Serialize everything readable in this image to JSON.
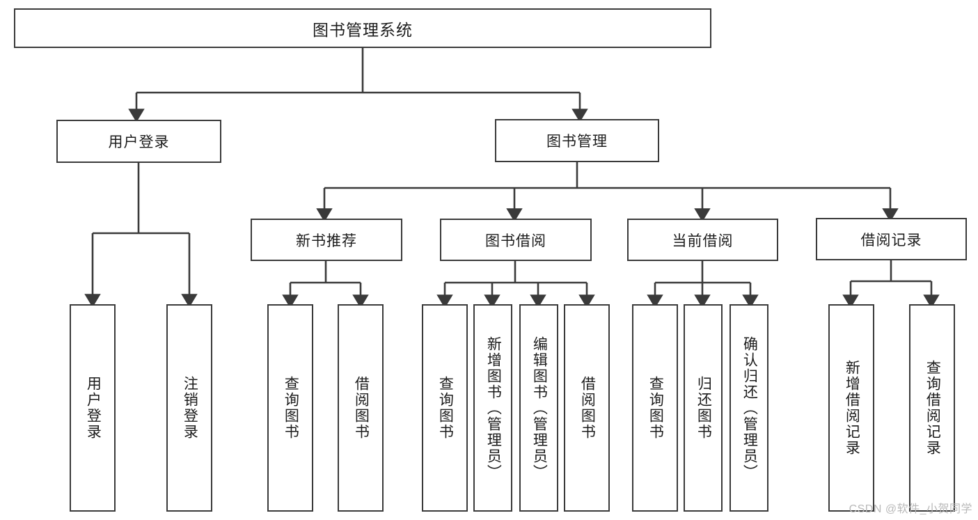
{
  "diagram": {
    "title": "图书管理系统",
    "type": "tree-hierarchy-diagram",
    "watermark": "CSDN @软件_小贺同学",
    "colors": {
      "stroke": "#3a3a3a",
      "fill": "#ffffff",
      "text": "#1c1c1c",
      "watermark": "#b9b9b9"
    },
    "root": {
      "label": "图书管理系统"
    },
    "level1": [
      {
        "id": "user-login",
        "label": "用户登录"
      },
      {
        "id": "book-manage",
        "label": "图书管理"
      }
    ],
    "level2": [
      {
        "id": "new-book-rec",
        "label": "新书推荐"
      },
      {
        "id": "book-borrow",
        "label": "图书借阅"
      },
      {
        "id": "current-borrow",
        "label": "当前借阅"
      },
      {
        "id": "borrow-record",
        "label": "借阅记录"
      }
    ],
    "leaves": {
      "user_login": [
        {
          "id": "leaf-user-login",
          "label": "用户登录"
        },
        {
          "id": "leaf-logout",
          "label": "注销登录"
        }
      ],
      "new_book_rec": [
        {
          "id": "leaf-query-book-1",
          "label": "查询图书"
        },
        {
          "id": "leaf-borrow-book-1",
          "label": "借阅图书"
        }
      ],
      "book_borrow": [
        {
          "id": "leaf-query-book-2",
          "label": "查询图书"
        },
        {
          "id": "leaf-add-book",
          "label": "新增图书（管理员）"
        },
        {
          "id": "leaf-edit-book",
          "label": "编辑图书（管理员）"
        },
        {
          "id": "leaf-borrow-book-2",
          "label": "借阅图书"
        }
      ],
      "current_borrow": [
        {
          "id": "leaf-query-book-3",
          "label": "查询图书"
        },
        {
          "id": "leaf-return-book",
          "label": "归还图书"
        },
        {
          "id": "leaf-confirm-return",
          "label": "确认归还（管理员）"
        }
      ],
      "borrow_record": [
        {
          "id": "leaf-add-record",
          "label": "新增借阅记录"
        },
        {
          "id": "leaf-query-record",
          "label": "查询借阅记录"
        }
      ]
    }
  }
}
